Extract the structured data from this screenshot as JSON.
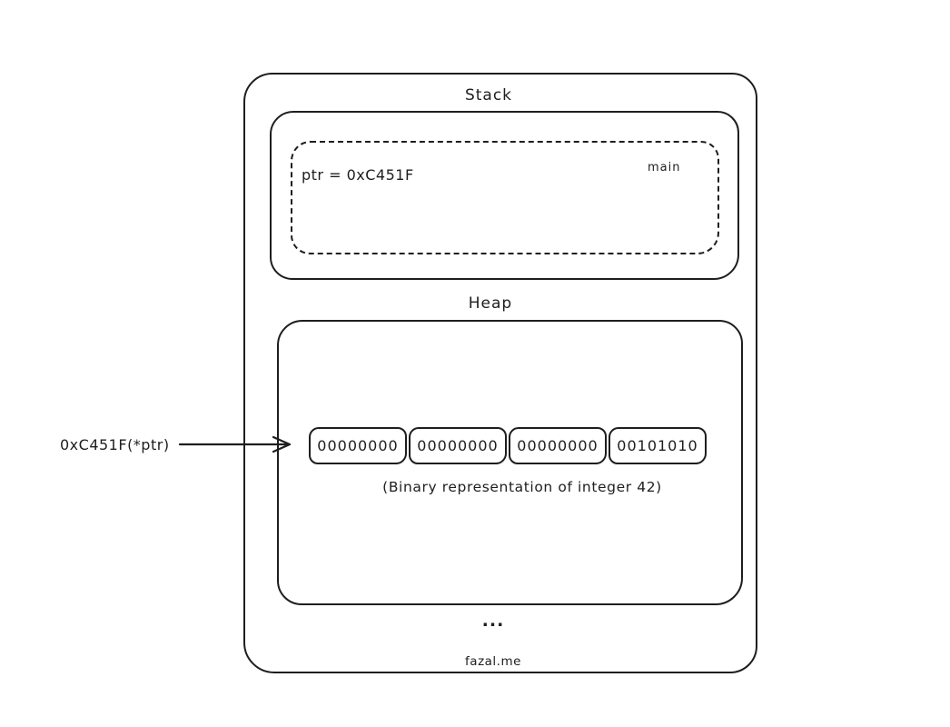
{
  "diagram": {
    "stack": {
      "title": "Stack",
      "frame_label": "main",
      "variable": "ptr = 0xC451F"
    },
    "heap": {
      "title": "Heap",
      "bytes": [
        "00000000",
        "00000000",
        "00000000",
        "00101010"
      ],
      "caption": "(Binary representation of integer 42)"
    },
    "pointer": {
      "label": "0xC451F(*ptr)"
    },
    "ellipsis": "...",
    "watermark": "fazal.me",
    "colors": {
      "stroke": "#1e1e1e",
      "background": "#ffffff"
    }
  }
}
